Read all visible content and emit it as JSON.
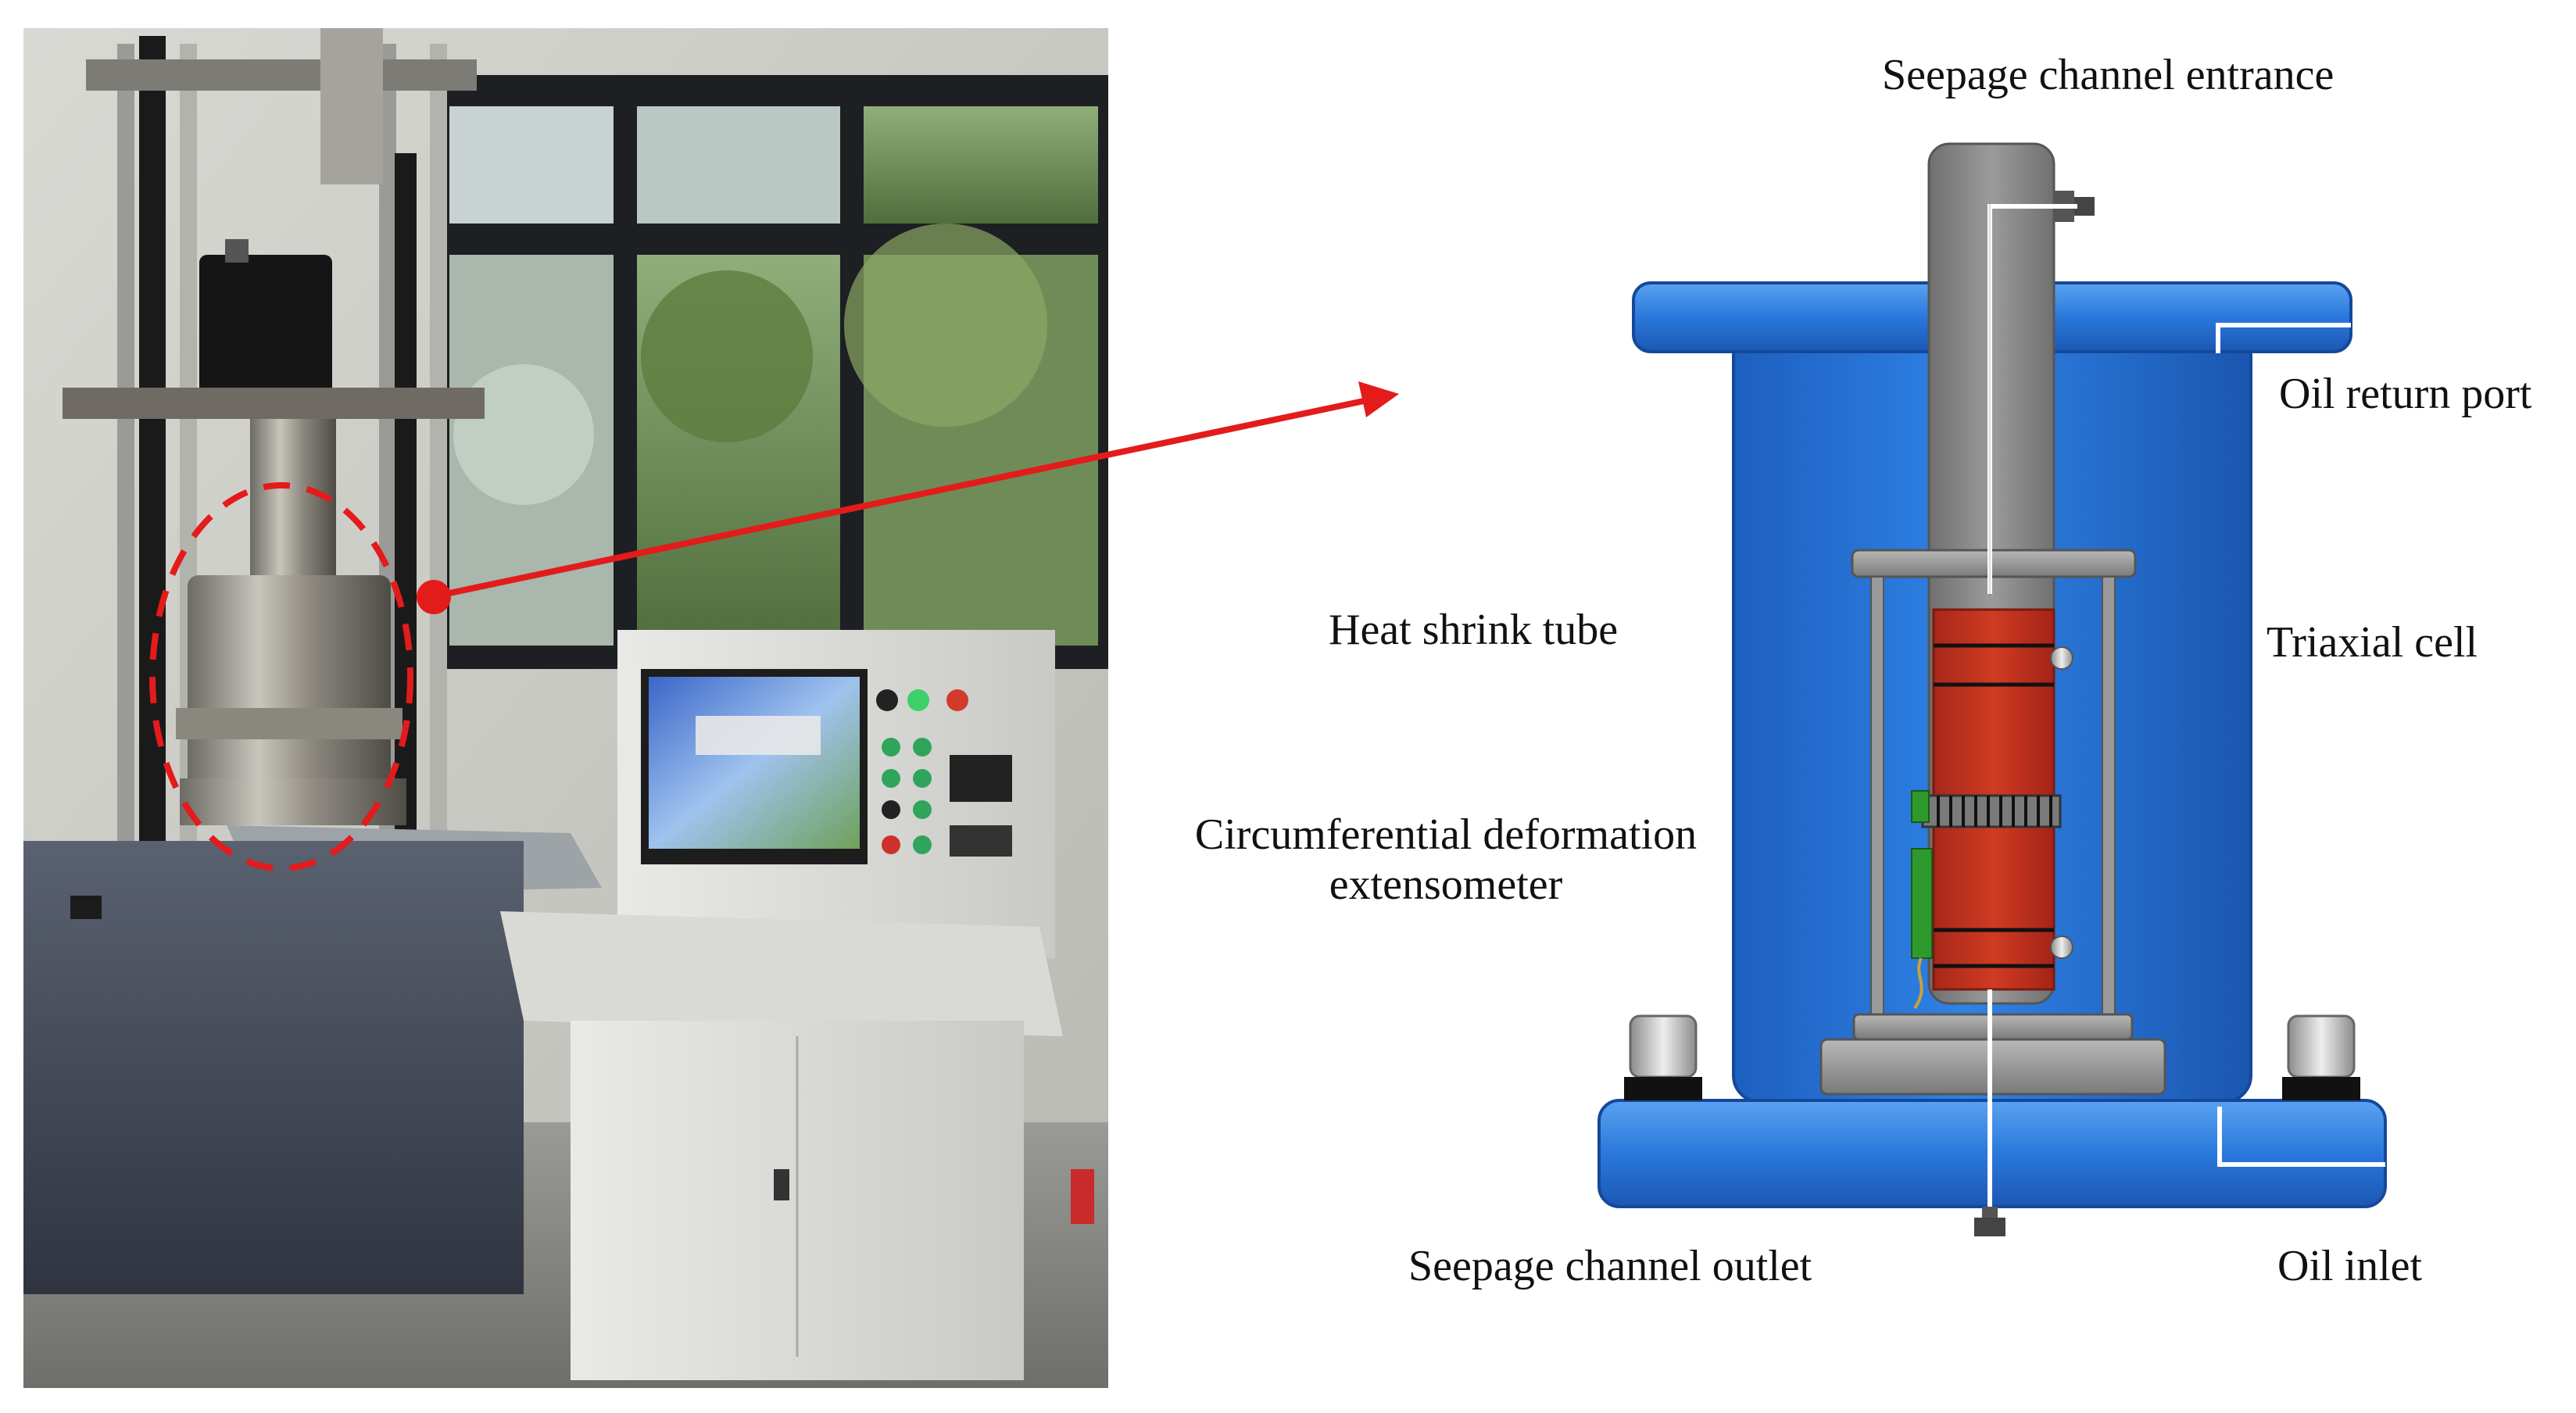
{
  "figure": {
    "photo": {
      "description_icon": "testing-machine-photo"
    },
    "pointer": {
      "color": "#e31b1b"
    },
    "schematic": {
      "colors": {
        "cell_blue": "#1f6fd1",
        "cell_blue_light": "#4a93ea",
        "frame_gray": "#8a8a8a",
        "specimen_red": "#c0321a",
        "background": "#ffffff"
      }
    },
    "labels": {
      "seepage_entrance": "Seepage channel entrance",
      "oil_return_port": "Oil return port",
      "heat_shrink_tube": "Heat shrink tube",
      "triaxial_cell": "Triaxial cell",
      "circumferential_line1": "Circumferential deformation",
      "circumferential_line2": "extensometer",
      "seepage_outlet": "Seepage channel outlet",
      "oil_inlet": "Oil inlet"
    }
  }
}
